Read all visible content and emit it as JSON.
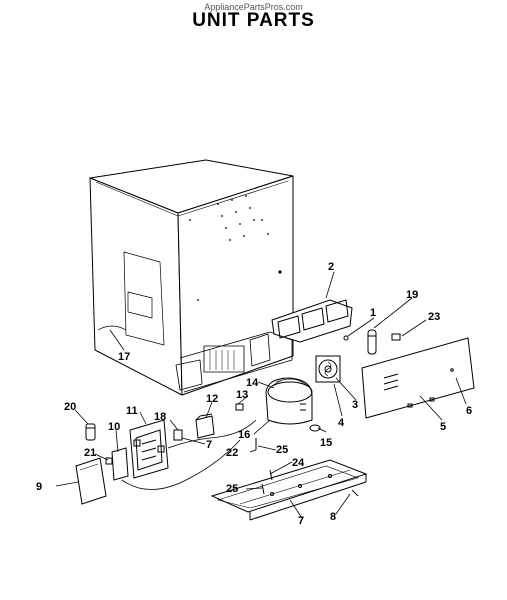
{
  "header": {
    "watermark": "AppliancePartsPros.com",
    "title": "UNIT PARTS"
  },
  "callouts": [
    "1",
    "2",
    "3",
    "4",
    "5",
    "6",
    "7",
    "7",
    "8",
    "9",
    "10",
    "11",
    "12",
    "13",
    "14",
    "15",
    "16",
    "17",
    "18",
    "19",
    "20",
    "21",
    "22",
    "23",
    "24",
    "25",
    "25"
  ]
}
